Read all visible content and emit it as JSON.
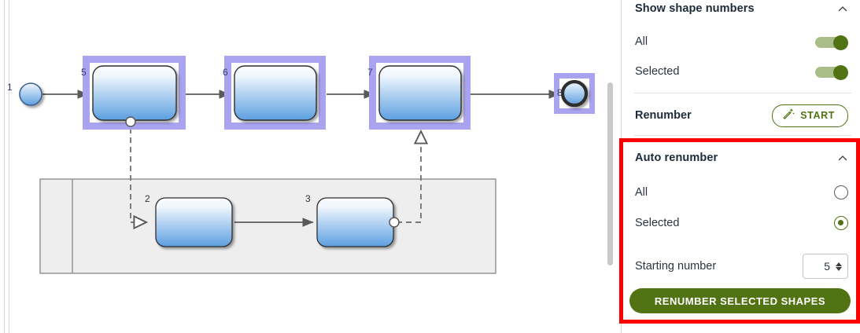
{
  "panel": {
    "sections": [
      {
        "id": "show-shape-numbers",
        "title": "Show shape numbers",
        "collapse_icon": "chevron-up-icon",
        "rows": [
          {
            "label": "All",
            "control": "toggle",
            "value": "on"
          },
          {
            "label": "Selected",
            "control": "toggle",
            "value": "on"
          }
        ]
      },
      {
        "id": "renumber",
        "title": "Renumber",
        "action": {
          "label": "START",
          "icon": "magic-wand-icon"
        }
      },
      {
        "id": "auto-renumber",
        "title": "Auto renumber",
        "collapse_icon": "chevron-up-icon",
        "highlighted": true,
        "rows": [
          {
            "label": "All",
            "control": "radio",
            "value": "off"
          },
          {
            "label": "Selected",
            "control": "radio",
            "value": "on"
          },
          {
            "label": "Starting number",
            "control": "spinner",
            "value": "5"
          }
        ],
        "primary_button": "RENUMBER SELECTED SHAPES"
      }
    ]
  },
  "colors": {
    "accent_green": "#517314",
    "toggle_track": "#a8bd8a",
    "annotation_red": "#fb0000",
    "selection_purple": "#a9a3f0",
    "shape_blue_top": "#f4f9ff",
    "shape_blue_bottom": "#5d9fe0",
    "pool_fill": "#eeeeee",
    "connector_gray": "#595959"
  },
  "diagram": {
    "type": "bpmn-process",
    "top_lane": {
      "start_event": {
        "number": "1",
        "shape": "circle",
        "selected": false
      },
      "tasks": [
        {
          "number": "5",
          "selected": true
        },
        {
          "number": "6",
          "selected": true
        },
        {
          "number": "7",
          "selected": true
        }
      ],
      "end_event": {
        "number": "8",
        "shape": "double-circle",
        "selected": true
      }
    },
    "pool": {
      "has_header_band": true,
      "tasks": [
        {
          "number": "2",
          "selected": false
        },
        {
          "number": "3",
          "selected": false
        }
      ]
    },
    "connections": [
      {
        "from": "1",
        "to": "5",
        "style": "solid"
      },
      {
        "from": "5",
        "to": "6",
        "style": "solid"
      },
      {
        "from": "6",
        "to": "7",
        "style": "solid"
      },
      {
        "from": "7",
        "to": "8",
        "style": "solid"
      },
      {
        "from": "5",
        "to": "2",
        "style": "dashed"
      },
      {
        "from": "2",
        "to": "3",
        "style": "solid"
      },
      {
        "from": "3",
        "to": "7",
        "style": "dashed"
      }
    ]
  }
}
